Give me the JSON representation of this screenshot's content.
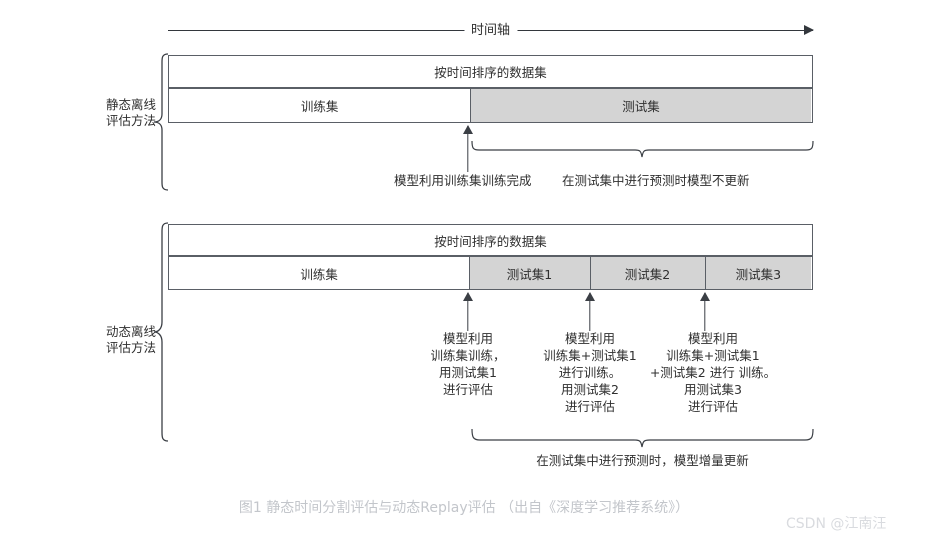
{
  "figure": {
    "timeline_label": "时间轴",
    "caption": "图1 静态时间分割评估与动态Replay评估 （出自《深度学习推荐系统》）",
    "watermark": "CSDN @江南汪",
    "colors": {
      "background": "#ffffff",
      "stroke": "#5a5f66",
      "test_fill": "#d4d4d4",
      "train_fill": "#ffffff",
      "text": "#2f2f2f",
      "caption_text": "#c3c6cb",
      "watermark_text": "#d9dbdf"
    }
  },
  "static_block": {
    "side_label_line1": "静态离线",
    "side_label_line2": "评估方法",
    "header_row_label": "按时间排序的数据集",
    "segments": [
      {
        "label": "训练集",
        "kind": "train"
      },
      {
        "label": "测试集",
        "kind": "test"
      }
    ],
    "annotations": {
      "arrow_note": "模型利用训练集训练完成",
      "brace_note": "在测试集中进行预测时模型不更新"
    }
  },
  "dynamic_block": {
    "side_label_line1": "动态离线",
    "side_label_line2": "评估方法",
    "header_row_label": "按时间排序的数据集",
    "segments": [
      {
        "label": "训练集",
        "kind": "train"
      },
      {
        "label": "测试集1",
        "kind": "test"
      },
      {
        "label": "测试集2",
        "kind": "test"
      },
      {
        "label": "测试集3",
        "kind": "test"
      }
    ],
    "annotations": [
      {
        "lines": [
          "模型利用",
          "训练集训练，",
          "用测试集1",
          "进行评估"
        ]
      },
      {
        "lines": [
          "模型利用",
          "训练集+测试集1",
          "进行训练。",
          "用测试集2",
          "进行评估"
        ]
      },
      {
        "lines": [
          "模型利用",
          "训练集+测试集1",
          "+测试集2 进行 训练。",
          "用测试集3",
          "进行评估"
        ]
      }
    ],
    "brace_note": "在测试集中进行预测时，模型增量更新"
  }
}
